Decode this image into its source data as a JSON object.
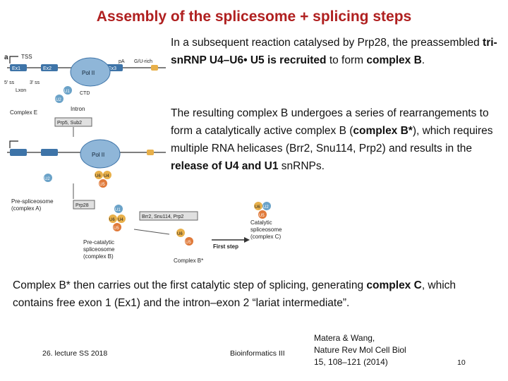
{
  "slide": {
    "title": "Assembly of the splicesome + splicing steps",
    "p1": {
      "a": "In a subsequent reaction catalysed by Prp28, the preassembled ",
      "b": "tri-snRNP U4–U6• U5 is recruited",
      "c": " to form ",
      "d": "complex B",
      "e": "."
    },
    "p2": {
      "a": "The resulting complex B undergoes a series of rearrangements to form a catalytically active complex B (",
      "b": "complex B*",
      "c": "), which requires multiple RNA helicases (Brr2, Snu114, Prp2) and results in the ",
      "d": "release of U4 and U1",
      "e": " snRNPs."
    },
    "p3": {
      "a": "Complex B* then carries out the first catalytic step of splicing, generating ",
      "b": "complex C",
      "c": ", which contains free exon 1 (Ex1) and the intron–exon 2 “lariat intermediate”."
    },
    "footer": {
      "lecture": "26. lecture SS 2018",
      "course": "Bioinformatics III",
      "ref_line1": "Matera & Wang,",
      "ref_line2": "Nature Rev Mol Cell Biol",
      "ref_line3": "15, 108–121 (2014)",
      "page": "10"
    }
  },
  "figure": {
    "panel_label": "a",
    "tss": "TSS",
    "ex1": "Ex1",
    "ex2": "Ex2",
    "ex3": "Ex3",
    "polya": "pA",
    "gu_rich": "G/U-rich",
    "ss5": "5′ ss",
    "ss3": "3′ ss",
    "lexon": "Lxon",
    "pol2_a": "Pol II",
    "pol2_b": "Pol II",
    "ctd": "CTD",
    "intron": "Intron",
    "complex_e": "Complex E",
    "prp5": "Prp5, Sub2",
    "prespliceosome": "Pre-spliceosome",
    "complex_a": "(complex A)",
    "prp28": "Prp28",
    "brr2": "Brr2, Snu114, Prp2",
    "first_step": "First step",
    "catalytic": "Catalytic",
    "spliceosome": "spliceosome",
    "complex_c": "(complex C)",
    "precatalytic": "Pre-catalytic",
    "spliceosome_b": "spliceosome",
    "complex_b": "(complex B)",
    "complex_bstar": "Complex B*",
    "u1": "U1",
    "u2": "U2",
    "u4": "U4",
    "u5": "U5",
    "u6": "U6"
  }
}
